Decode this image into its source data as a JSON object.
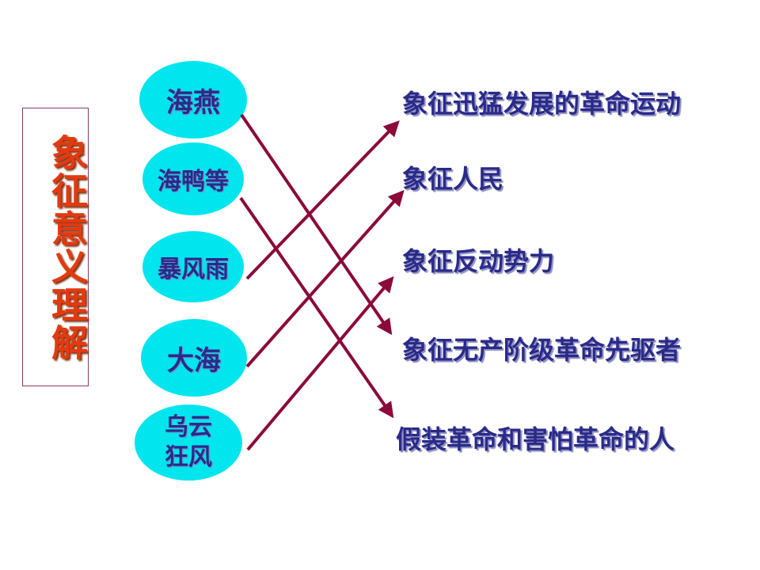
{
  "title": "象征意义理解",
  "symbols": [
    {
      "label": "海燕"
    },
    {
      "label": "海鸭等"
    },
    {
      "label": "暴风雨"
    },
    {
      "label": "大海"
    },
    {
      "label": "乌云\n狂风"
    }
  ],
  "meanings": [
    {
      "label": "象征迅猛发展的革命运动"
    },
    {
      "label": "象征人民"
    },
    {
      "label": "象征反动势力"
    },
    {
      "label": "象征无产阶级革命先驱者"
    },
    {
      "label": "假装革命和害怕革命的人"
    }
  ],
  "links": [
    {
      "from": 0,
      "to": 3
    },
    {
      "from": 1,
      "to": 4
    },
    {
      "from": 2,
      "to": 0
    },
    {
      "from": 3,
      "to": 1
    },
    {
      "from": 4,
      "to": 2
    }
  ],
  "colors": {
    "title": "#e23a10",
    "ellipse": "#00e5ee",
    "text": "#2a2a8a",
    "arrow": "#8b0a3a"
  }
}
